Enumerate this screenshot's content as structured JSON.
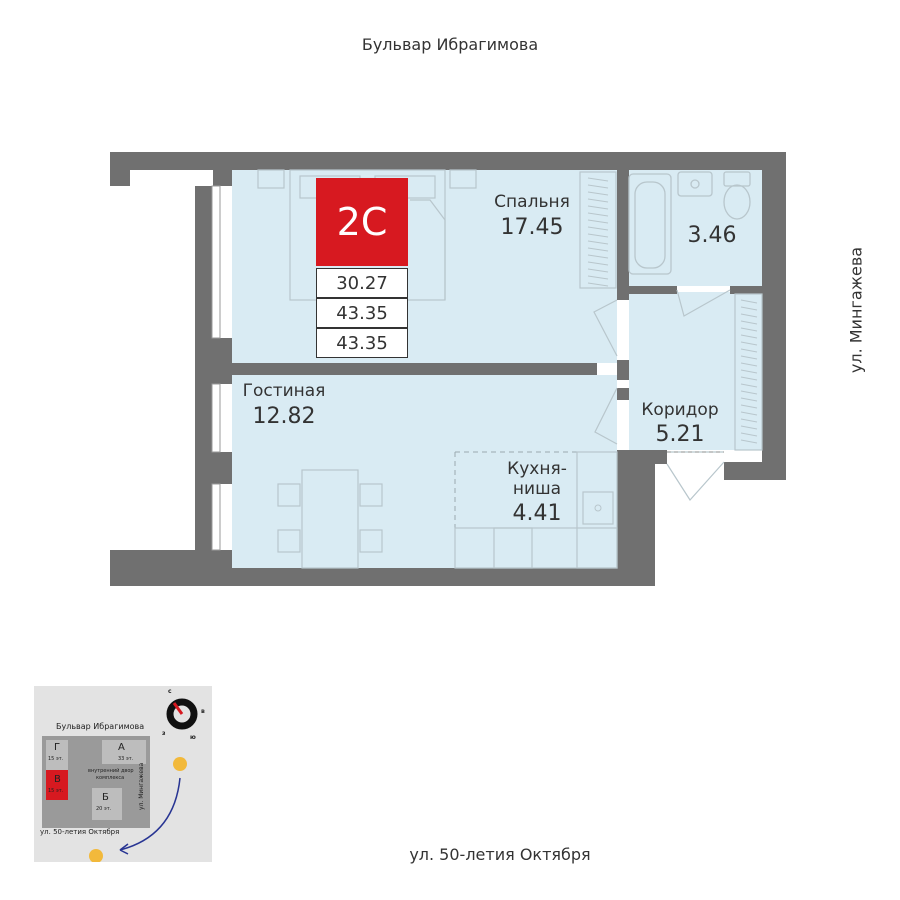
{
  "streets": {
    "top": "Бульвар Ибрагимова",
    "bottom": "ул. 50-летия Октября",
    "right": "ул. Мингажева"
  },
  "apartment": {
    "type_label": "2С",
    "areas": [
      "30.27",
      "43.35",
      "43.35"
    ],
    "accent_color": "#d71920",
    "room_fill": "#d9ebf3",
    "wall_color": "#707070"
  },
  "rooms": {
    "bedroom": {
      "name": "Спальня",
      "area": "17.45"
    },
    "bathroom": {
      "area": "3.46"
    },
    "living": {
      "name": "Гостиная",
      "area": "12.82"
    },
    "corridor": {
      "name": "Коридор",
      "area": "5.21"
    },
    "kitchen": {
      "name_line1": "Кухня-",
      "name_line2": "ниша",
      "area": "4.41"
    }
  },
  "site_map": {
    "street_top": "Бульвар Ибрагимова",
    "street_bottom": "ул. 50-летия Октября",
    "street_right": "ул. Мингажева",
    "courtyard_line1": "внутренний двор",
    "courtyard_line2": "комплекса",
    "buildings": {
      "G": {
        "letter": "Г",
        "floors": "15 эт."
      },
      "A": {
        "letter": "А",
        "floors": "33 эт."
      },
      "V": {
        "letter": "В",
        "floors": "15 эт."
      },
      "B": {
        "letter": "Б",
        "floors": "20 эт."
      }
    },
    "compass": {
      "n": "с",
      "e": "в",
      "s": "ю",
      "w": "з"
    }
  }
}
